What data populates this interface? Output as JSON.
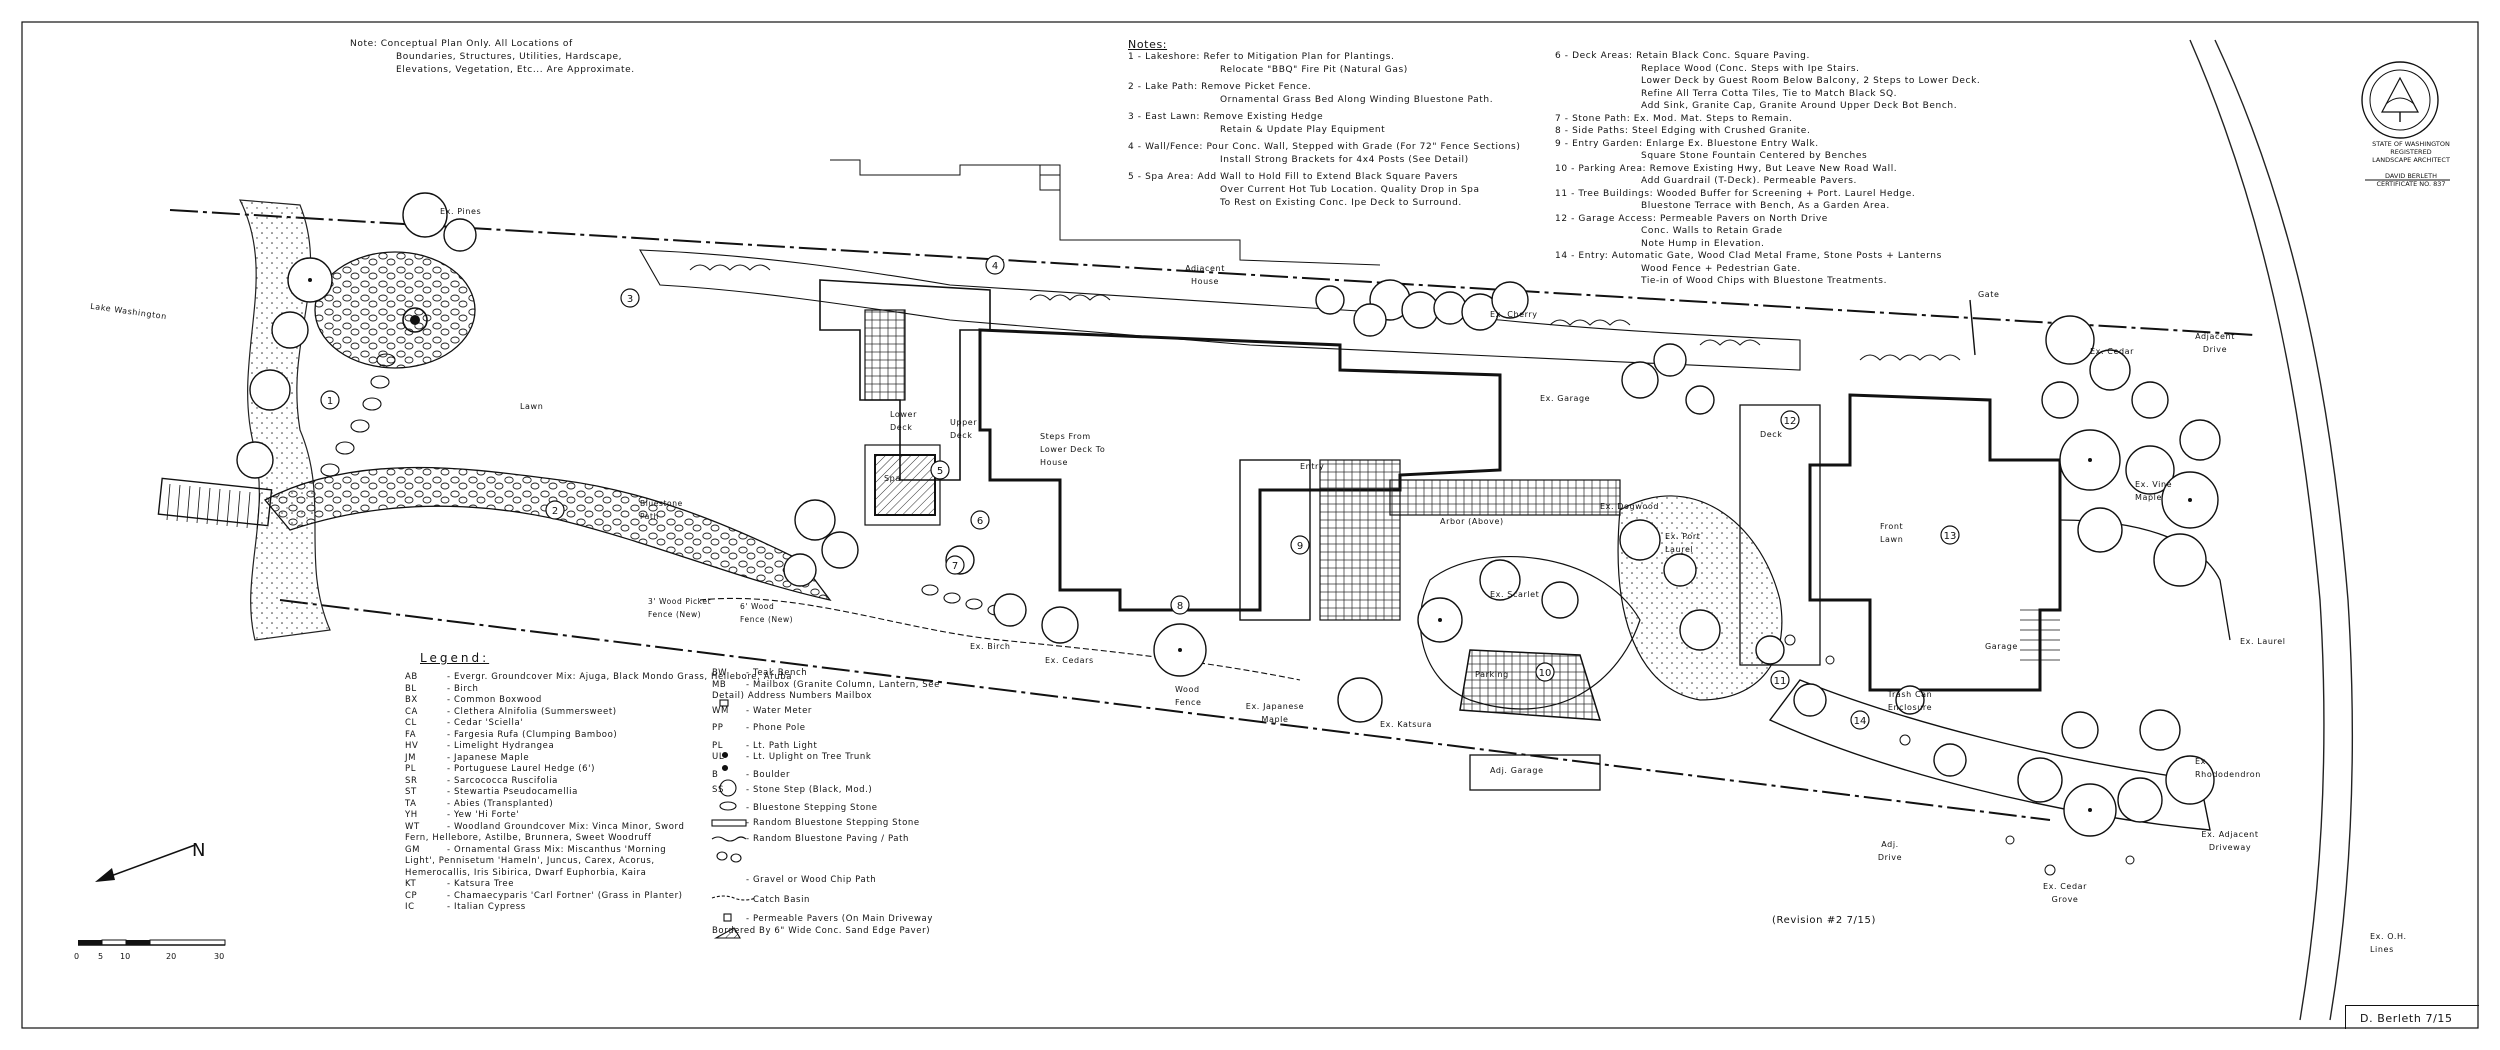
{
  "general_note": [
    "Note: Conceptual Plan Only. All Locations of",
    "Boundaries, Structures, Utilities, Hardscape,",
    "Elevations, Vegetation, Etc... Are Approximate."
  ],
  "notes_title": "Notes:",
  "notes_col1": [
    "1 - Lakeshore: Refer to Mitigation Plan for Plantings.",
    "Relocate \"BBQ\" Fire Pit (Natural Gas)",
    "2 - Lake Path: Remove Picket Fence.",
    "Ornamental Grass Bed Along Winding Bluestone Path.",
    "3 - East Lawn: Remove Existing Hedge",
    "Retain & Update Play Equipment",
    "4 - Wall/Fence: Pour Conc. Wall, Stepped with Grade (For 72\" Fence Sections)",
    "Install Strong Brackets for 4x4 Posts (See Detail)",
    "5 - Spa Area: Add Wall to Hold Fill to Extend Black Square Pavers",
    "Over Current Hot Tub Location. Quality Drop in Spa",
    "To Rest on Existing Conc. Ipe Deck to Surround."
  ],
  "notes_col2": [
    "6 - Deck Areas: Retain Black Conc. Square Paving.",
    "Replace Wood (Conc. Steps with Ipe Stairs.",
    "Lower Deck by Guest Room Below Balcony, 2 Steps to Lower Deck.",
    "Refine All Terra Cotta Tiles, Tie to Match Black SQ.",
    "Add Sink, Granite Cap, Granite Around Upper Deck Bot Bench.",
    "7 - Stone Path: Ex. Mod. Mat. Steps to Remain.",
    "8 - Side Paths: Steel Edging with Crushed Granite.",
    "9 - Entry Garden: Enlarge Ex. Bluestone Entry Walk.",
    "Square Stone Fountain Centered by Benches",
    "10 - Parking Area: Remove Existing Hwy, But Leave New Road Wall.",
    "Add Guardrail (T-Deck). Permeable Pavers.",
    "11 - Tree Buildings: Wooded Buffer for Screening + Port. Laurel Hedge.",
    "Bluestone Terrace with Bench, As a Garden Area.",
    "12 - Garage Access: Permeable Pavers on North Drive",
    "Conc. Walls to Retain Grade",
    "Note Hump in Elevation.",
    "14 - Entry: Automatic Gate, Wood Clad Metal Frame, Stone Posts + Lanterns",
    "Wood Fence + Pedestrian Gate.",
    "Tie-in of Wood Chips with Bluestone Treatments."
  ],
  "stamp": {
    "state": "STATE OF WASHINGTON",
    "registered": "REGISTERED",
    "profession": "LANDSCAPE ARCHITECT",
    "name": "DAVID BERLETH",
    "cert": "CERTIFICATE NO. 837"
  },
  "legend_title": "Legend:",
  "legend_col1": [
    {
      "code": "AB",
      "text": "- Evergr. Groundcover Mix: Ajuga, Black Mondo Grass, Hellebore, Aruba"
    },
    {
      "code": "BL",
      "text": "- Birch"
    },
    {
      "code": "BX",
      "text": "- Common Boxwood"
    },
    {
      "code": "CA",
      "text": "- Clethera Alnifolia (Summersweet)"
    },
    {
      "code": "CL",
      "text": "- Cedar 'Sciella'"
    },
    {
      "code": "FA",
      "text": "- Fargesia Rufa (Clumping Bamboo)"
    },
    {
      "code": "HV",
      "text": "- Limelight Hydrangea"
    },
    {
      "code": "JM",
      "text": "- Japanese Maple"
    },
    {
      "code": "PL",
      "text": "- Portuguese Laurel Hedge (6')"
    },
    {
      "code": "SR",
      "text": "- Sarcococca Ruscifolia"
    },
    {
      "code": "ST",
      "text": "- Stewartia Pseudocamellia"
    },
    {
      "code": "TA",
      "text": "- Abies (Transplanted)"
    },
    {
      "code": "YH",
      "text": "- Yew 'Hi Forte'"
    },
    {
      "code": "WT",
      "text": "- Woodland Groundcover Mix: Vinca Minor, Sword Fern, Hellebore, Astilbe, Brunnera, Sweet Woodruff"
    },
    {
      "code": "GM",
      "text": "- Ornamental Grass Mix: Miscanthus 'Morning Light', Pennisetum 'Hameln', Juncus, Carex, Acorus, Hemerocallis, Iris Sibirica, Dwarf Euphorbia, Kaira"
    },
    {
      "code": "KT",
      "text": "- Katsura Tree"
    },
    {
      "code": "CP",
      "text": "- Chamaecyparis 'Carl Fortner' (Grass in Planter)"
    },
    {
      "code": "IC",
      "text": "- Italian Cypress"
    }
  ],
  "legend_col2": [
    {
      "code": "BW",
      "text": "- Teak Bench"
    },
    {
      "code": "MB",
      "text": "- Mailbox (Granite Column, Lantern, See Detail) Address Numbers Mailbox"
    },
    {
      "code": "WM",
      "text": "- Water Meter"
    },
    {
      "code": "PP",
      "text": "- Phone Pole"
    },
    {
      "code": "PL",
      "text": "- Lt. Path Light"
    },
    {
      "code": "UL",
      "text": "- Lt. Uplight on Tree Trunk"
    },
    {
      "code": "B",
      "text": "- Boulder"
    },
    {
      "code": "SS",
      "text": "- Stone Step (Black, Mod.)"
    },
    {
      "code": "",
      "text": "- Bluestone Stepping Stone"
    },
    {
      "code": "",
      "text": "- Random Bluestone Stepping Stone"
    },
    {
      "code": "",
      "text": "- Random Bluestone Paving / Path"
    },
    {
      "code": "",
      "text": "- Gravel or Wood Chip Path"
    },
    {
      "code": "",
      "text": "- Catch Basin"
    },
    {
      "code": "",
      "text": "- Permeable Pavers (On Main Driveway Bordered By 6\" Wide Conc. Sand Edge Paver)"
    }
  ],
  "labels": {
    "lake": "Lake Washington",
    "lawn": "Lawn",
    "ex_pines": "Ex. Pines",
    "adjacent_house": "Adjacent House",
    "ex_cherry": "Ex. Cherry",
    "ex_garage": "Ex. Garage",
    "ex_cedar": "Ex. Cedar",
    "adjacent_drive": "Adjacent Drive",
    "gate": "Gate",
    "lower_deck": "Lower Deck",
    "upper_deck": "Upper Deck",
    "steps_from": "Steps From Lower Deck To House",
    "arbor": "Arbor (Above)",
    "deck": "Deck",
    "entry": "Entry",
    "garage": "Garage",
    "trash_can": "Trash Can Enclosure",
    "parking": "Parking",
    "ex_katsura": "Ex. Katsura",
    "ex_japanese_maple": "Ex. Japanese Maple",
    "adj_garage": "Adj. Garage",
    "ex_birch": "Ex. Birch",
    "ex_cedars": "Ex. Cedars",
    "wood_fence": "Wood Fence",
    "ex_rhododendron": "Ex. Rhododendron",
    "ex_cedar_grove": "Ex. Cedar Grove",
    "ex_adjacent_driveway": "Ex. Adjacent Driveway",
    "ex_laurel": "Ex. Laurel",
    "fence_label": "3' Wood Picket Fence (New)",
    "fence_label2": "6' Wood Fence (New)",
    "spa": "Spa",
    "bluestone_path": "Bluestone Path",
    "ex_dogwood": "Ex. Dogwood",
    "front_lawn": "Front Lawn",
    "ex_scarlet": "Ex. Scarlet",
    "ex_port_laurel": "Ex. Port Laurel",
    "adj_drive": "Adj. Drive",
    "ex_vine_maple": "Ex. Vine Maple"
  },
  "north_label": "N",
  "scale_ticks": [
    "0",
    "5",
    "10",
    "20",
    "30"
  ],
  "revision": "(Revision #2  7/15)",
  "signature": "D. Berleth  7/15",
  "callouts": [
    "1",
    "2",
    "3",
    "4",
    "5",
    "6",
    "7",
    "8",
    "9",
    "10",
    "11",
    "12",
    "13",
    "14"
  ],
  "corner_note": "Ex. O.H. Lines"
}
